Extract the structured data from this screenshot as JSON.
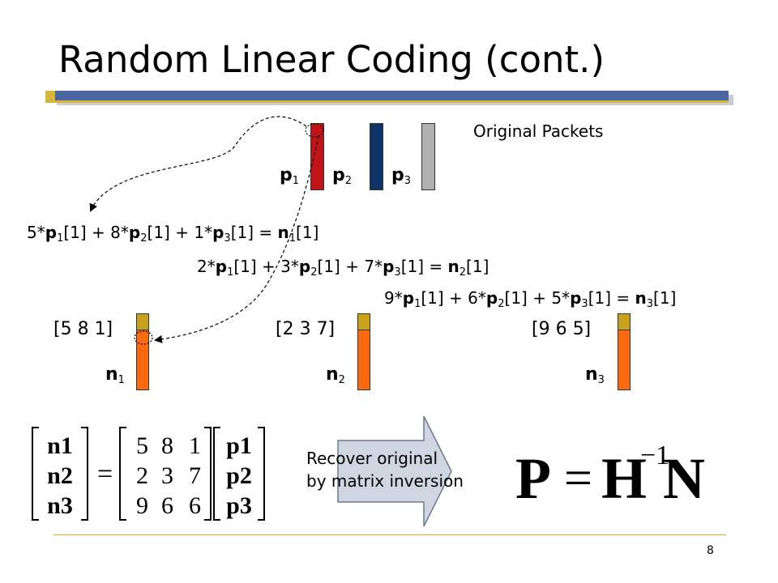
{
  "slide": {
    "title": "Random Linear Coding (cont.)",
    "page_number": "8"
  },
  "original_packets": {
    "label": "Original Packets",
    "packets": [
      {
        "name": "p",
        "index": "1",
        "color": "#c01418"
      },
      {
        "name": "p",
        "index": "2",
        "color": "#0c3466"
      },
      {
        "name": "p",
        "index": "3",
        "color": "#b0b0b0"
      }
    ]
  },
  "equations": [
    {
      "coefs": [
        "5",
        "8",
        "1"
      ],
      "result": "n",
      "result_index": "1"
    },
    {
      "coefs": [
        "2",
        "3",
        "7"
      ],
      "result": "n",
      "result_index": "2"
    },
    {
      "coefs": [
        "9",
        "6",
        "5"
      ],
      "result": "n",
      "result_index": "3"
    }
  ],
  "eq_parts": {
    "mul": "*",
    "plus": " + ",
    "equals": " = ",
    "slot": "[1]",
    "p": "p"
  },
  "coded_packets": [
    {
      "vector": "[5 8 1]",
      "name": "n",
      "index": "1"
    },
    {
      "vector": "[2 3 7]",
      "name": "n",
      "index": "2"
    },
    {
      "vector": "[9 6 5]",
      "name": "n",
      "index": "3"
    }
  ],
  "colors": {
    "coded_header": "#c8a21a",
    "coded_body": "#fb6a0f",
    "arrow_fill": "#cfd6e2",
    "title_rule": "#4b66a0",
    "accent_gold": "#d7b53a"
  },
  "matrix_equation": {
    "lhs": [
      "n1",
      "n2",
      "n3"
    ],
    "equals": "=",
    "H": [
      [
        "5",
        "8",
        "1"
      ],
      [
        "2",
        "3",
        "7"
      ],
      [
        "9",
        "6",
        "6"
      ]
    ],
    "rhs": [
      "p1",
      "p2",
      "p3"
    ]
  },
  "recover": {
    "line1": "Recover original",
    "line2": "by matrix inversion"
  },
  "formula": {
    "P": "P",
    "equals": "=",
    "H": "H",
    "exp": "−1",
    "N": "N"
  }
}
